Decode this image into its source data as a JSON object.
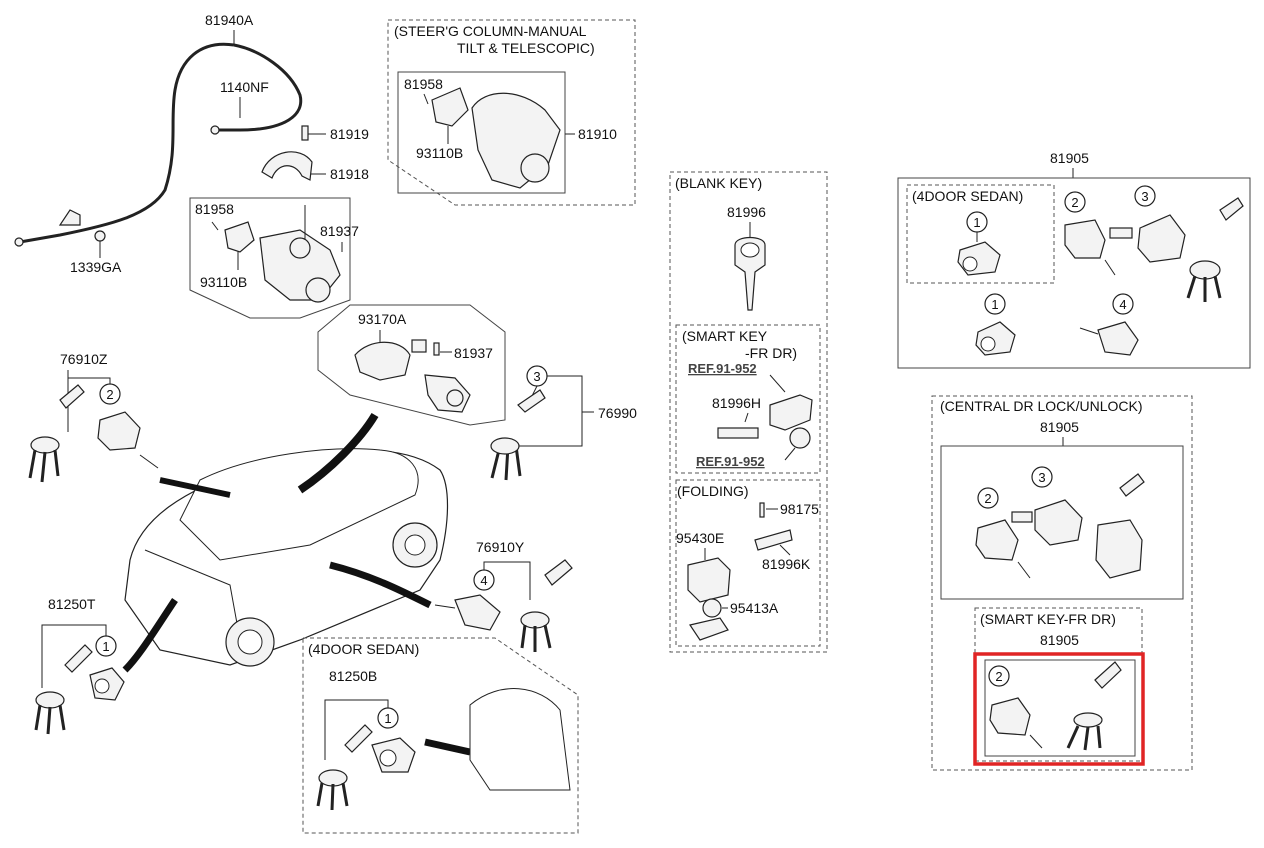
{
  "labels": {
    "p81940A": "81940A",
    "p1140NF": "1140NF",
    "p81919": "81919",
    "p81918": "81918",
    "p1339GA": "1339GA",
    "p81958a": "81958",
    "p81937a": "81937",
    "p93110Ba": "93110B",
    "p81958b": "81958",
    "p93110Bb": "93110B",
    "p81910": "81910",
    "p93170A": "93170A",
    "p81937b": "81937",
    "p76990": "76990",
    "p76910Z": "76910Z",
    "p76910Y": "76910Y",
    "p81250T": "81250T",
    "p81250B": "81250B",
    "p81996": "81996",
    "p81996H": "81996H",
    "p98175": "98175",
    "p95430E": "95430E",
    "p81996K": "81996K",
    "p95413A": "95413A",
    "p81905a": "81905",
    "p81905b": "81905",
    "p81905c": "81905"
  },
  "sections": {
    "steering_line1": "(STEER'G COLUMN-MANUAL",
    "steering_line2": "TILT & TELESCOPIC)",
    "blank_key": "(BLANK KEY)",
    "smart_key_line1": "(SMART KEY",
    "smart_key_line2": "-FR DR)",
    "folding": "(FOLDING)",
    "four_door_sedan_top": "(4DOOR SEDAN)",
    "four_door_sedan_bottom": "(4DOOR SEDAN)",
    "central_dr_lock": "(CENTRAL DR LOCK/UNLOCK)",
    "smart_key_fr_dr": "(SMART KEY-FR DR)"
  },
  "refs": {
    "ref1": "REF.91-952",
    "ref2": "REF.91-952"
  },
  "callouts": [
    "1",
    "2",
    "3",
    "4"
  ],
  "highlight": {
    "color": "#e02424",
    "target": "smart-key-fr-dr-assembly"
  }
}
